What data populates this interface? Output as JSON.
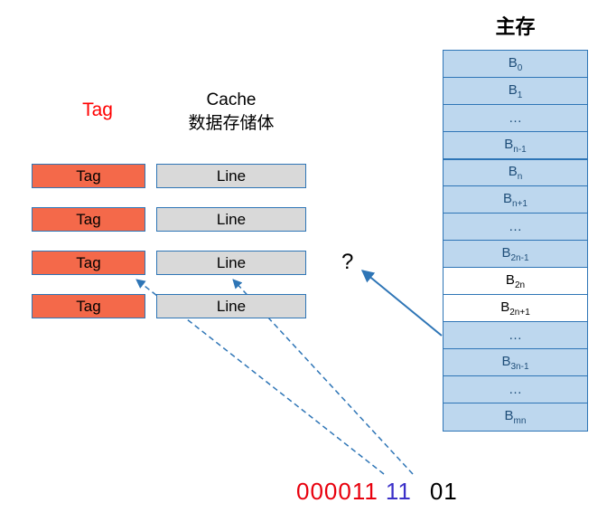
{
  "memory": {
    "title": "主存",
    "blocks": [
      {
        "text": "B",
        "sub": "0"
      },
      {
        "text": "B",
        "sub": "1"
      },
      {
        "text": "…"
      },
      {
        "text": "B",
        "sub": "n-1"
      },
      {
        "text": "B",
        "sub": "n",
        "group_start": true
      },
      {
        "text": "B",
        "sub": "n+1"
      },
      {
        "text": "…"
      },
      {
        "text": "B",
        "sub": "2n-1"
      },
      {
        "text": "B",
        "sub": "2n",
        "highlight": true
      },
      {
        "text": "B",
        "sub": "2n+1",
        "highlight": true
      },
      {
        "text": "…"
      },
      {
        "text": "B",
        "sub": "3n-1"
      },
      {
        "text": "…"
      },
      {
        "text": "B",
        "sub": "mn"
      }
    ]
  },
  "cache": {
    "tag_header": "Tag",
    "header_line1": "Cache",
    "header_line2": "数据存储体",
    "rows": [
      {
        "tag": "Tag",
        "line": "Line"
      },
      {
        "tag": "Tag",
        "line": "Line"
      },
      {
        "tag": "Tag",
        "line": "Line"
      },
      {
        "tag": "Tag",
        "line": "Line"
      }
    ]
  },
  "question_mark": "?",
  "address": {
    "tag_bits": "000011",
    "line_bits": "11",
    "word_bits": "01"
  },
  "colors": {
    "tag_fill": "#f4694a",
    "line_fill": "#d9d9d9",
    "block_fill": "#bdd7ee",
    "block_highlight_fill": "#ffffff",
    "border_blue": "#2e75b6",
    "memory_text": "#1f4e79",
    "tag_bits_color": "#e8000d",
    "line_bits_color": "#3b30c8",
    "word_bits_color": "#000000",
    "tag_header_color": "#ff0000"
  }
}
